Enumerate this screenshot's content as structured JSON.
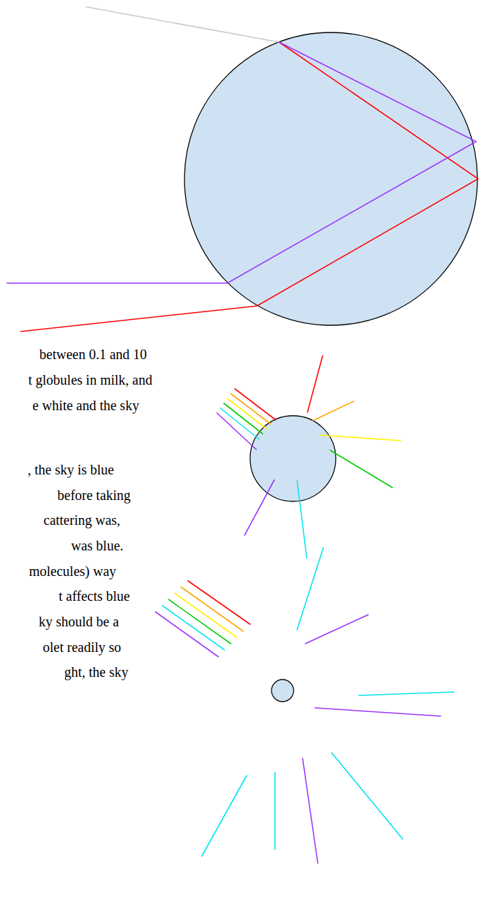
{
  "diagram": {
    "labels": [
      "between 0.1 and 10",
      "t globules in milk, and",
      "e white and the sky",
      ", the sky is blue",
      "before taking",
      "cattering was,",
      "was blue.",
      "molecules) way",
      "t affects blue",
      "ky should be a",
      "olet readily so",
      "ght, the sky"
    ]
  }
}
